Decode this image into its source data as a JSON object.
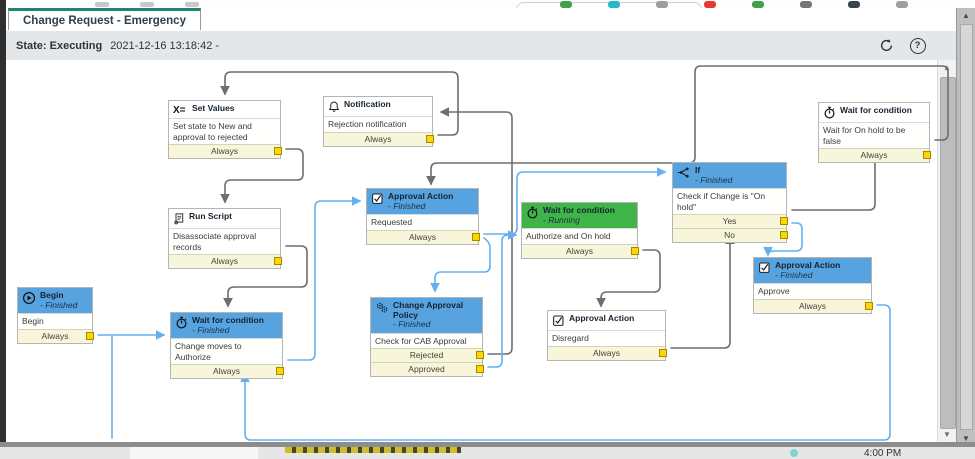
{
  "window": {
    "tab_label": "Change Request - Emergency"
  },
  "status_bar": {
    "state_label": "State: Executing",
    "timestamp": "2021-12-16 13:18:42 -"
  },
  "taskbar": {
    "time": "4:00 PM"
  },
  "top_strip": {
    "chips": [
      "#43a047",
      "#26b8c6",
      "#9e9e9e",
      "#e53935",
      "#43a047",
      "#757575",
      "#37474f",
      "#9e9e9e"
    ]
  },
  "colors": {
    "tab_accent": "#1f8273",
    "executed_header": "#57a3e0",
    "running_header": "#3eb449",
    "idle_header": "#ffffff",
    "transition_executed": "#64b0f0",
    "transition_idle": "#6e6e6e",
    "connector_square": "#ffd400",
    "output_row_bg": "#f8f6da"
  },
  "nodes": [
    {
      "id": "set-values",
      "icon": "x-equals-icon",
      "title": "Set Values",
      "state": "",
      "status": "idle",
      "body": "Set state to New and approval to rejected",
      "outputs": [
        "Always"
      ]
    },
    {
      "id": "notification",
      "icon": "bell-icon",
      "title": "Notification",
      "state": "",
      "status": "idle",
      "body": "Rejection notification",
      "outputs": [
        "Always"
      ]
    },
    {
      "id": "wait-on-hold-false",
      "icon": "stopwatch-icon",
      "title": "Wait for condition",
      "state": "",
      "status": "idle",
      "body": "Wait for On hold to be false",
      "outputs": [
        "Always"
      ]
    },
    {
      "id": "run-script",
      "icon": "script-icon",
      "title": "Run Script",
      "state": "",
      "status": "idle",
      "body": "Disassociate approval records",
      "outputs": [
        "Always"
      ]
    },
    {
      "id": "approval-requested",
      "icon": "checkbox-icon",
      "title": "Approval Action",
      "state": "- Finished",
      "status": "finished",
      "body": "Requested",
      "outputs": [
        "Always"
      ]
    },
    {
      "id": "wait-authorize-onhold",
      "icon": "stopwatch-icon",
      "title": "Wait for condition",
      "state": "- Running",
      "status": "running",
      "body": "Authorize and On hold",
      "outputs": [
        "Always"
      ]
    },
    {
      "id": "if-check-onhold",
      "icon": "branch-icon",
      "title": "If",
      "state": "- Finished",
      "status": "finished",
      "body": "Check if Change is \"On hold\"",
      "outputs": [
        "Yes",
        "No"
      ]
    },
    {
      "id": "begin",
      "icon": "play-icon",
      "title": "Begin",
      "state": "- Finished",
      "status": "finished",
      "body": "Begin",
      "outputs": [
        "Always"
      ]
    },
    {
      "id": "wait-change-authorize",
      "icon": "stopwatch-icon",
      "title": "Wait for condition",
      "state": "- Finished",
      "status": "finished",
      "body": "Change moves to Authorize",
      "outputs": [
        "Always"
      ]
    },
    {
      "id": "cab-policy",
      "icon": "gears-icon",
      "title": "Change Approval Policy",
      "state": "- Finished",
      "status": "finished",
      "body": "Check for CAB Approval",
      "outputs": [
        "Rejected",
        "Approved"
      ]
    },
    {
      "id": "approval-disregard",
      "icon": "checkbox-icon",
      "title": "Approval Action",
      "state": "",
      "status": "idle",
      "body": "Disregard",
      "outputs": [
        "Always"
      ]
    },
    {
      "id": "approval-approve",
      "icon": "checkbox-icon",
      "title": "Approval Action",
      "state": "- Finished",
      "status": "finished",
      "body": "Approve",
      "outputs": [
        "Always"
      ]
    }
  ]
}
